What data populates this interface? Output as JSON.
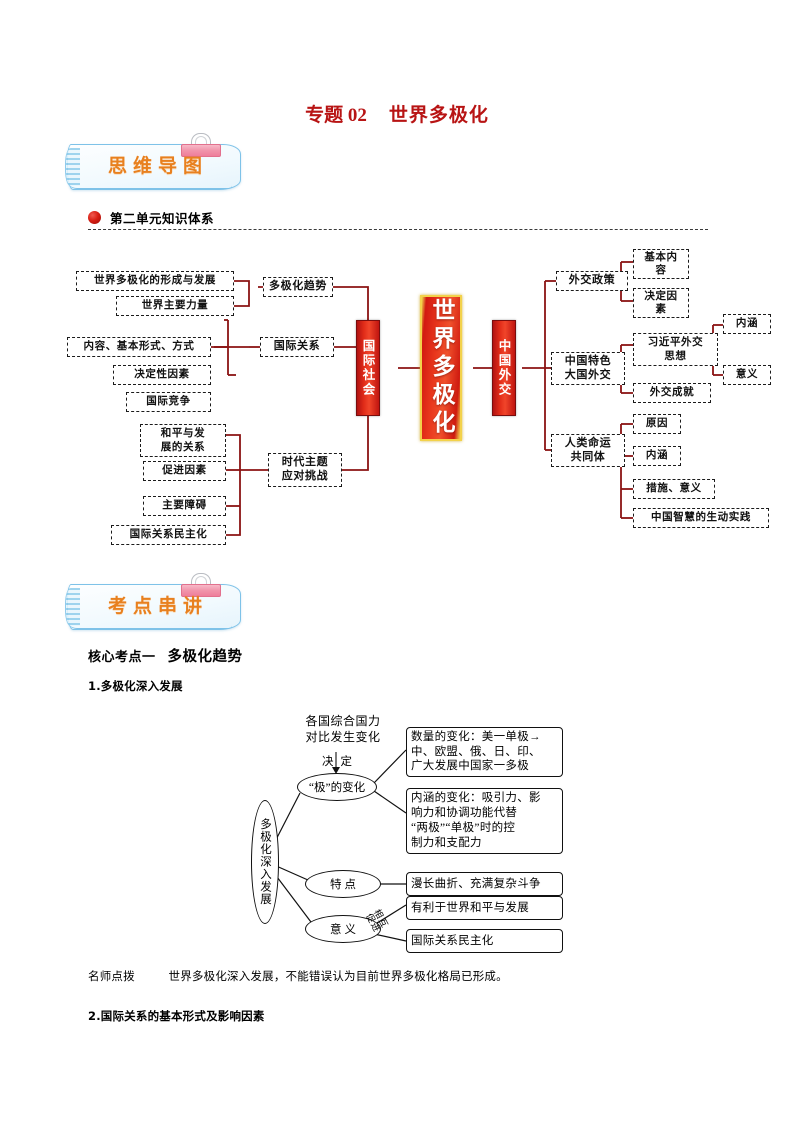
{
  "page": {
    "title_prefix": "专题 02",
    "title_main": "世界多极化"
  },
  "banners": {
    "mindmap": "思维导图",
    "kaodian": "考点串讲"
  },
  "unit_label": {
    "text": "第二单元知识体系"
  },
  "mindmap": {
    "center": "世界多极化",
    "branches": {
      "left_hub": "国际社会",
      "right_hub": "中国外交"
    },
    "left": {
      "n_duojihua": "多极化趋势",
      "n_guojiguanxi": "国际关系",
      "n_shidaizhuti": "时代主题\n应对挑战",
      "leaf_xingchengfazhan": "世界多极化的形成与发展",
      "leaf_zhuyaoliliang": "世界主要力量",
      "leaf_neirong": "内容、基本形式、方式",
      "leaf_juedingxing": "决定性因素",
      "leaf_guojijingzheng": "国际竞争",
      "leaf_hepingfazhan": "和平与发\n展的关系",
      "leaf_cujinyinsu": "促进因素",
      "leaf_zhuyaozhangai": "主要障碍",
      "leaf_minzhuhua": "国际关系民主化"
    },
    "right": {
      "n_waijiaozhengce": "外交政策",
      "n_daguowaijiao": "中国特色\n大国外交",
      "n_mingyungongtongti": "人类命运\n共同体",
      "leaf_jibenneirong": "基本内\n容",
      "leaf_juedingyinsu": "决定因\n素",
      "leaf_xjpwaijiao": "习近平外交\n思想",
      "leaf_neihan": "内涵",
      "leaf_yiyi": "意义",
      "leaf_waijiaochengjiu": "外交成就",
      "leaf_yuanyin": "原因",
      "leaf_neihan2": "内涵",
      "leaf_cuoshiyiyi": "措施、意义",
      "leaf_zhonghuozhihui": "中国智慧的生动实践"
    }
  },
  "kaodian": {
    "heading_label": "核心考点一",
    "heading_topic": "多极化趋势",
    "item1": "1.多极化深入发展",
    "item2": "2.国际关系的基本形式及影响因素",
    "tip_label": "名师点拨",
    "tip_text": "世界多极化深入发展，不能错误认为目前世界多极化格局已形成。"
  },
  "diagram2": {
    "root": "多极化深入发展",
    "top_text": "各国综合国力\n对比发生变化",
    "decide": "决定",
    "ell_ji": "“极”的变化",
    "ell_tedian": "特点",
    "ell_yiyi": "意义",
    "box_shuliang": "数量的变化：美一单极→中、欧盟、俄、日、印、广大发展中国家一多极",
    "box_shuliang_l1": "数量的变化：美一单极→",
    "box_shuliang_l2": "中、欧盟、俄、日、印、",
    "box_shuliang_l3": "广大发展中国家一多极",
    "box_neihan_l1": "内涵的变化：吸引力、影",
    "box_neihan_l2": "响力和协调功能代替",
    "box_neihan_l3": "“两极”“单极”时的控",
    "box_neihan_l4": "制力和支配力",
    "box_tedian": "漫长曲折、充满复杂斗争",
    "box_heping": "有利于世界和平与发展",
    "box_minzhu": "国际关系民主化",
    "mutual_label": "相互\n促进"
  },
  "colors": {
    "title_red": "#b81414",
    "banner_orange": "#e8801f",
    "banner_blue": "#7ec2e8",
    "connector_red": "#8b1313",
    "node_red": "#d21a11"
  }
}
